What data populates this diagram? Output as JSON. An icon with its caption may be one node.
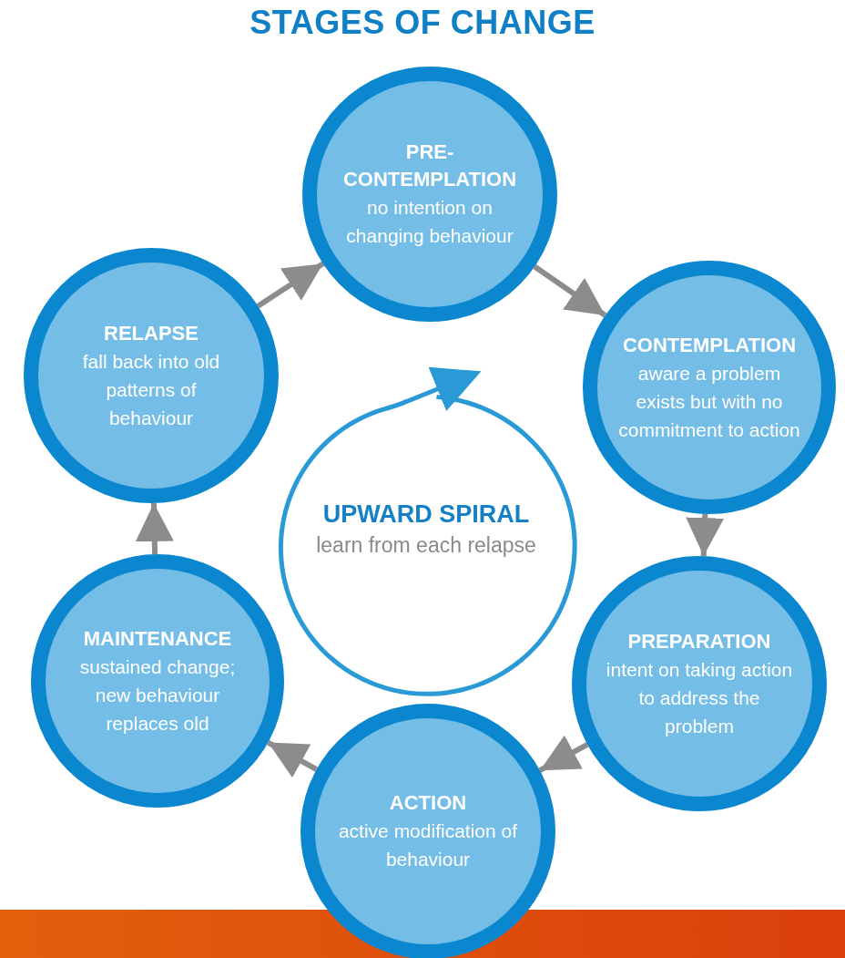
{
  "diagram": {
    "title": "STAGES OF CHANGE",
    "nodes": [
      {
        "text": [
          "PRE- CONTEMPLATION",
          "no intention on changing behaviour"
        ]
      },
      {
        "text": [
          "CONTEMPLATION",
          "aware a problem exists but with no commitment to action"
        ]
      },
      {
        "text": [
          "PREPARATION",
          "intent on taking action to address the problem"
        ]
      },
      {
        "text": [
          "ACTION",
          "active modification of behaviour"
        ]
      },
      {
        "text": [
          "MAINTENANCE",
          "sustained change; new behaviour replaces old"
        ]
      },
      {
        "text": [
          "RELAPSE",
          "fall back into old patterns of behaviour"
        ]
      },
      {
        "text": [
          "UPWARD SPIRAL",
          "learn from each relapse"
        ]
      }
    ],
    "edges": [
      {
        "from": 0,
        "to": 1,
        "arrow": "to"
      },
      {
        "from": 1,
        "to": 2,
        "arrow": "to"
      },
      {
        "from": 2,
        "to": 3,
        "arrow": "to"
      },
      {
        "from": 3,
        "to": 4,
        "arrow": "to"
      },
      {
        "from": 4,
        "to": 5,
        "arrow": "to"
      },
      {
        "from": 5,
        "to": 0,
        "arrow": "to"
      }
    ]
  }
}
